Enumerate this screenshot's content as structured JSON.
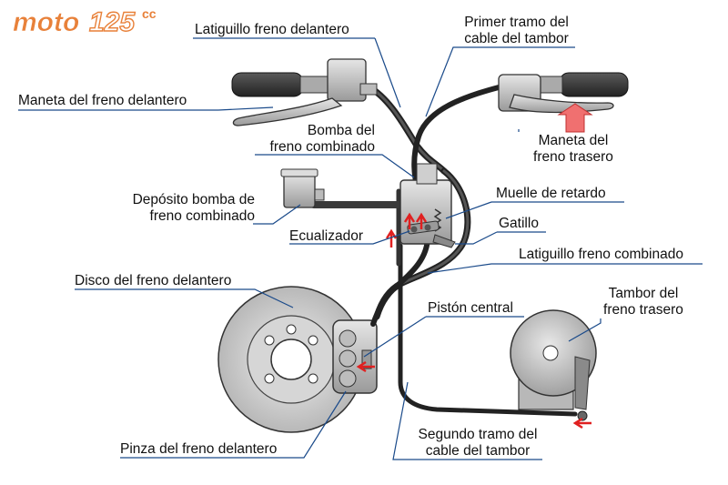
{
  "logo": {
    "text": "moto125",
    "suffix": "cc",
    "color": "#e8813a"
  },
  "labels": {
    "latiguillo_freno_delantero": [
      "Latiguillo freno delantero"
    ],
    "primer_tramo": [
      "Primer tramo del",
      "cable del tambor"
    ],
    "maneta_delantero": [
      "Maneta del freno delantero"
    ],
    "maneta_trasero": [
      "Maneta del",
      "freno trasero"
    ],
    "bomba_combinado": [
      "Bomba del",
      "freno combinado"
    ],
    "deposito": [
      "Depósito bomba de",
      "freno combinado"
    ],
    "muelle": [
      "Muelle de retardo"
    ],
    "gatillo": [
      "Gatillo"
    ],
    "ecualizador": [
      "Ecualizador"
    ],
    "latiguillo_combinado": [
      "Latiguillo freno combinado"
    ],
    "disco_delantero": [
      "Disco del freno delantero"
    ],
    "piston_central": [
      "Pistón central"
    ],
    "tambor_trasero": [
      "Tambor del",
      "freno trasero"
    ],
    "segundo_tramo": [
      "Segundo tramo del",
      "cable del tambor"
    ],
    "pinza_delantero": [
      "Pinza del freno delantero"
    ]
  },
  "colors": {
    "line": "#1a4a8a",
    "metal": "#c8c8c8",
    "metal_dark": "#8c8c8c",
    "rubber": "#3a3a3a",
    "arrow_red": "#e02020",
    "arrow_pink": "#f07070"
  }
}
